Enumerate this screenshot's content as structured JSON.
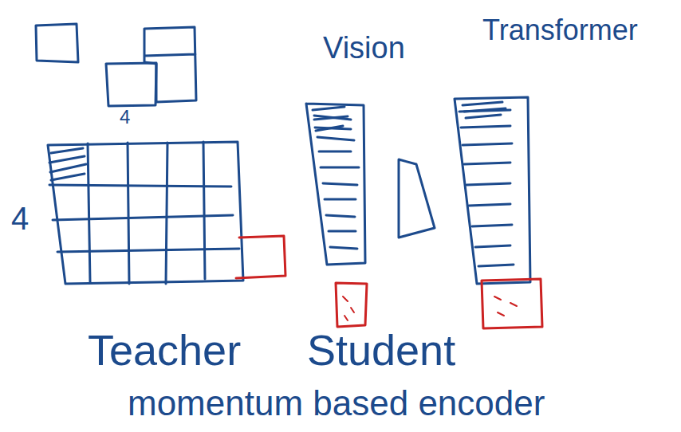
{
  "diagram": {
    "labels": [
      "Vision",
      "Transformer",
      "4",
      "4",
      "Teacher",
      "Student",
      "momentum based encoder"
    ]
  }
}
